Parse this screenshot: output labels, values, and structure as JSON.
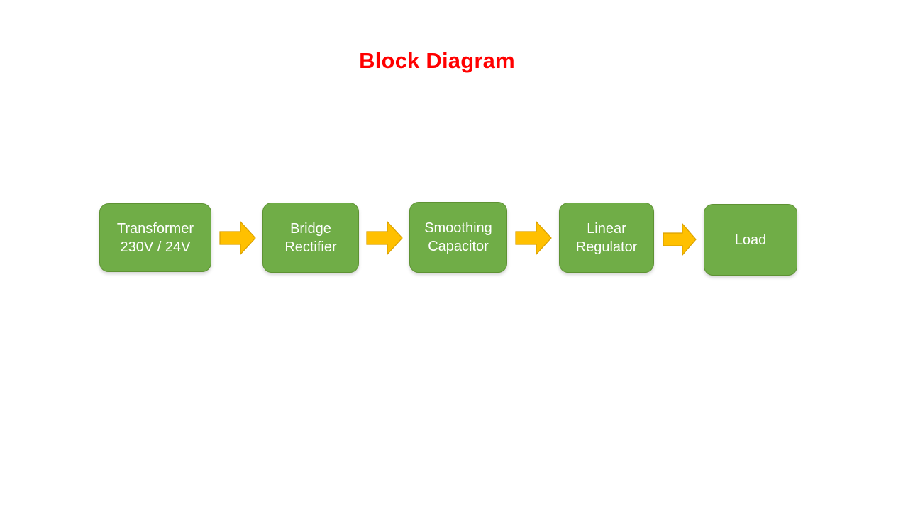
{
  "slide": {
    "title": "Block Diagram",
    "title_color": "#FF0000",
    "background_color": "#FFFFFF"
  },
  "theme": {
    "block_fill": "#70AD47",
    "block_border": "#5E9233",
    "block_text_color": "#FFFFFF",
    "arrow_fill": "#FFC000",
    "arrow_border": "#D9A000"
  },
  "diagram": {
    "type": "linear-flow",
    "direction": "left-to-right",
    "blocks": [
      {
        "id": "transformer",
        "lines": [
          "Transformer",
          "230V / 24V"
        ]
      },
      {
        "id": "rectifier",
        "lines": [
          "Bridge",
          "Rectifier"
        ]
      },
      {
        "id": "capacitor",
        "lines": [
          "Smoothing",
          "Capacitor"
        ]
      },
      {
        "id": "regulator",
        "lines": [
          "Linear",
          "Regulator"
        ]
      },
      {
        "id": "load",
        "lines": [
          "Load"
        ]
      }
    ],
    "connectors": [
      {
        "id": "arrow-1",
        "from": "transformer",
        "to": "rectifier",
        "glyph": "right-arrow"
      },
      {
        "id": "arrow-2",
        "from": "rectifier",
        "to": "capacitor",
        "glyph": "right-arrow"
      },
      {
        "id": "arrow-3",
        "from": "capacitor",
        "to": "regulator",
        "glyph": "right-arrow"
      },
      {
        "id": "arrow-4",
        "from": "regulator",
        "to": "load",
        "glyph": "right-arrow"
      }
    ]
  }
}
